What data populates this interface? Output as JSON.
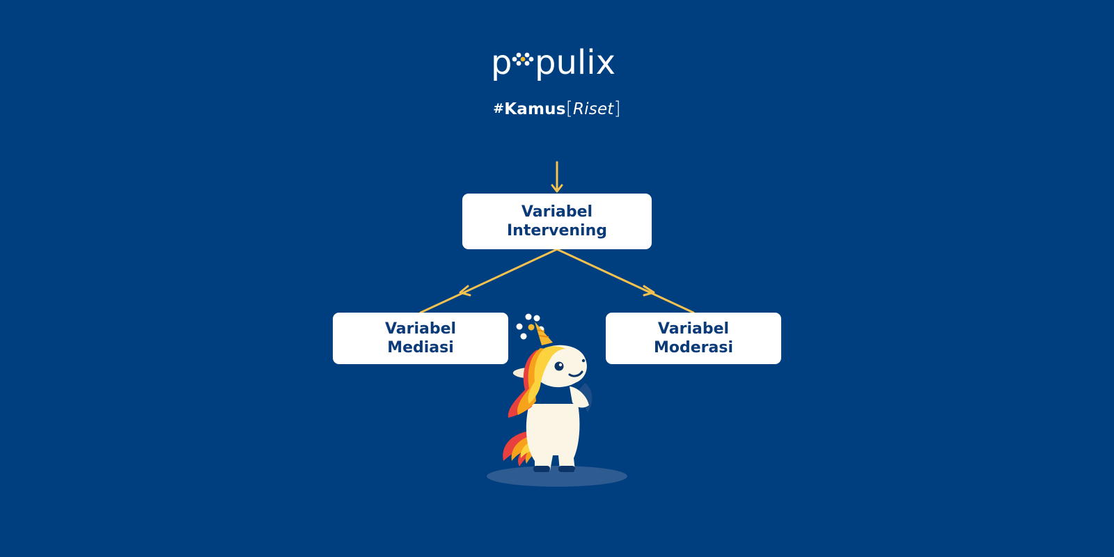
{
  "brand": {
    "wordmark_start": "p",
    "wordmark_end": "pulix",
    "dot_color_white": "#ffffff",
    "dot_color_accent": "#f5b82e"
  },
  "subtitle": {
    "hash": "#",
    "bold": "Kamus",
    "bracket_open": "[",
    "italic": "Riset",
    "bracket_close": "]"
  },
  "diagram": {
    "top_box": {
      "line1": "Variabel",
      "line2": "Intervening"
    },
    "left_box": {
      "line1": "Variabel",
      "line2": "Mediasi"
    },
    "right_box": {
      "line1": "Variabel",
      "line2": "Moderasi"
    }
  },
  "colors": {
    "background": "#003f7f",
    "box_fill": "#ffffff",
    "box_text": "#0b3a78",
    "arrow": "#f5c14f"
  },
  "mascot": {
    "icon": "unicorn-mascot-icon"
  }
}
